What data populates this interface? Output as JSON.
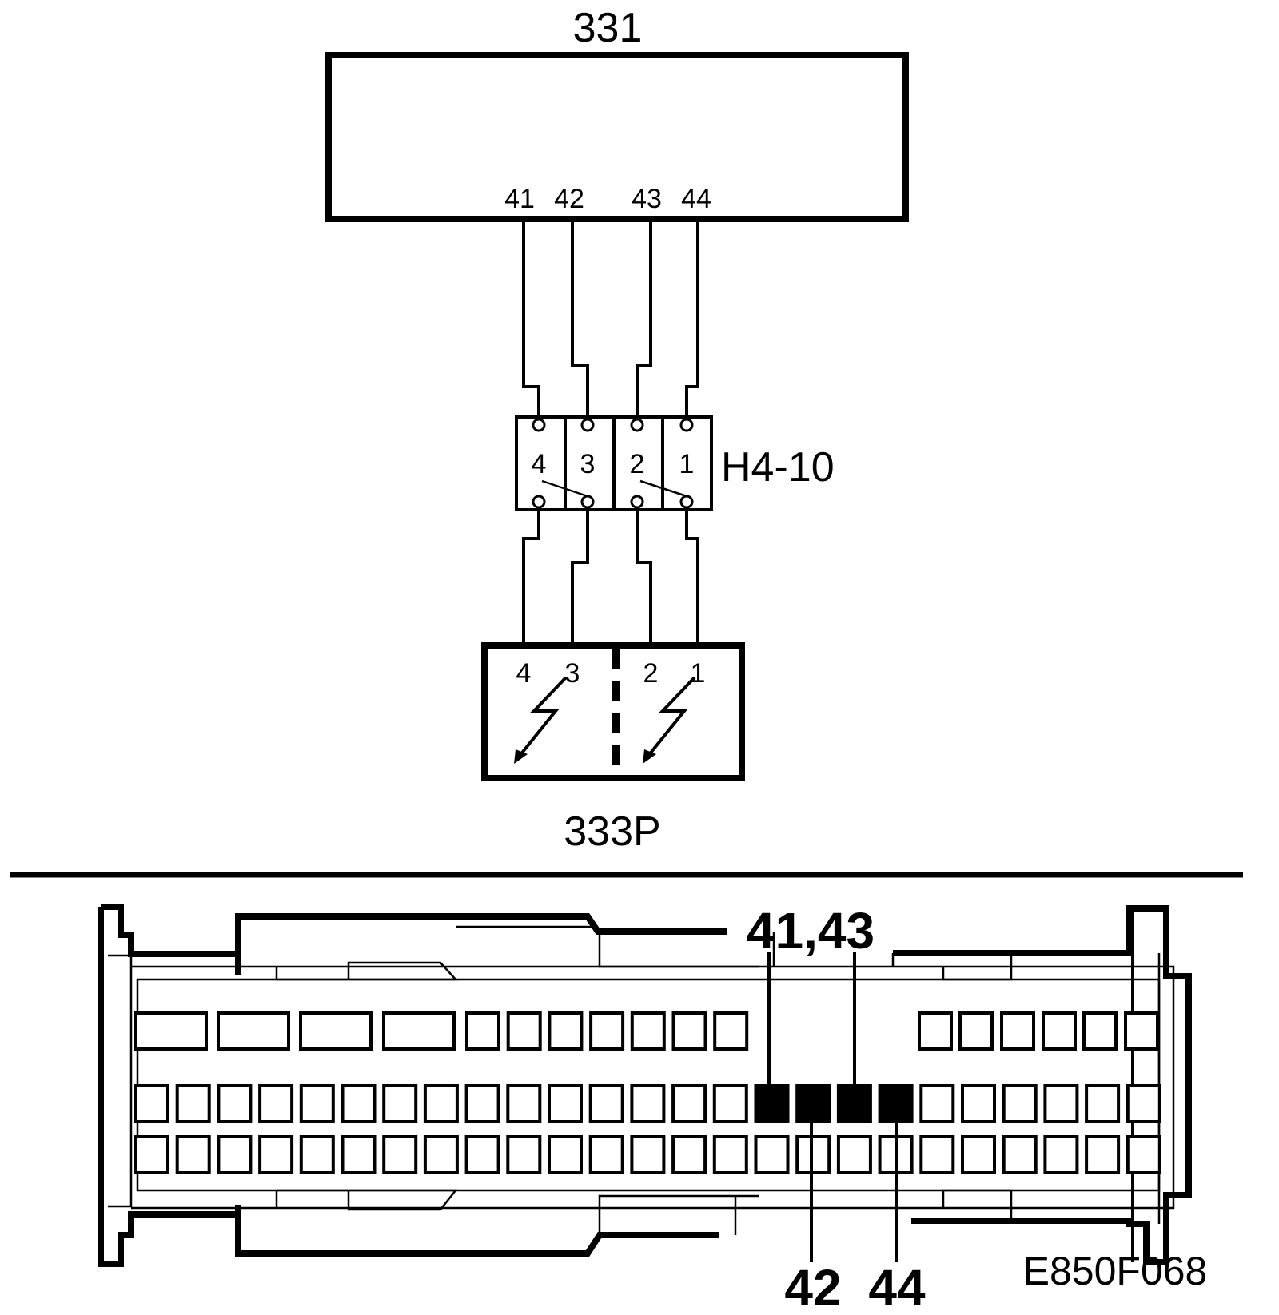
{
  "components": {
    "ecu_label": "331",
    "connector_label": "H4-10",
    "sensor_label": "333P",
    "figure_code": "E850F068"
  },
  "ecu_pins": [
    "41",
    "42",
    "43",
    "44"
  ],
  "connector_pins": [
    "4",
    "3",
    "2",
    "1"
  ],
  "sensor_pins": [
    "4",
    "3",
    "2",
    "1"
  ],
  "ecu_connector_view": {
    "top_callout": "41,43",
    "bottom_callout_left": "42",
    "bottom_callout_right": "44"
  }
}
